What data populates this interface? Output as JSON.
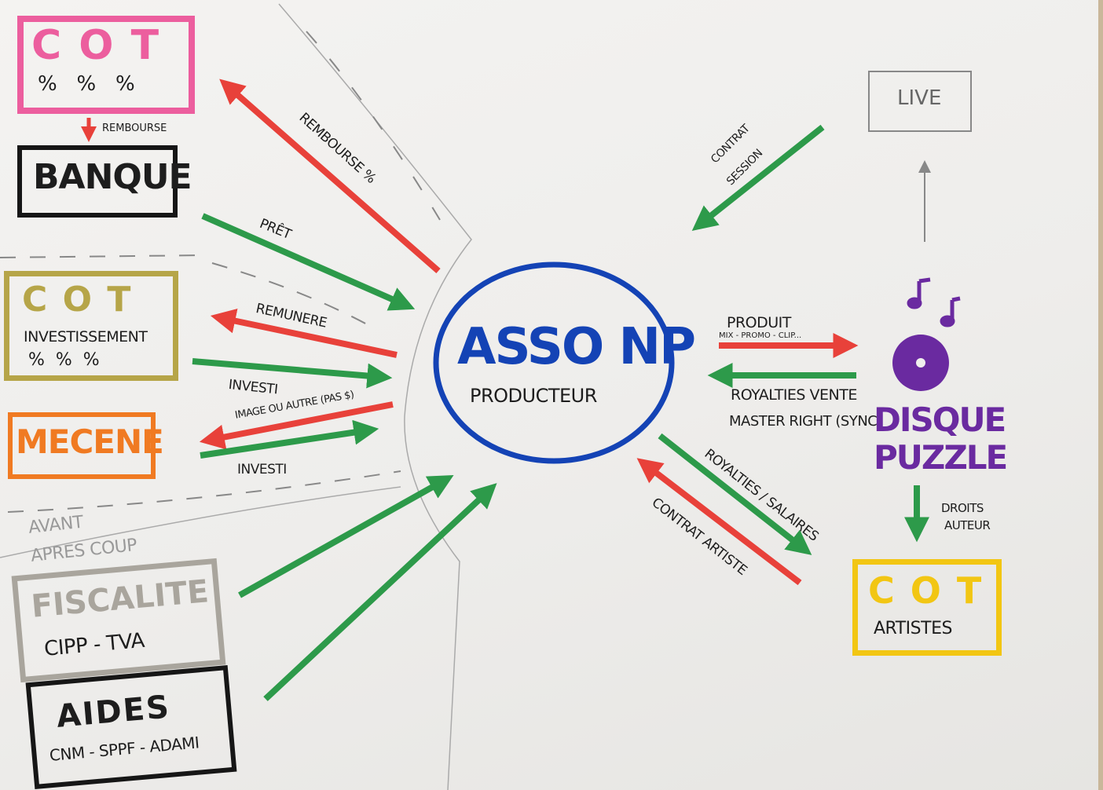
{
  "colors": {
    "blue": "#1443b5",
    "red": "#e8413a",
    "green": "#2d9a4a",
    "pink": "#ec5e9e",
    "olive": "#b6a548",
    "orange": "#f07a22",
    "gray": "#a9a59d",
    "purple": "#6a2aa0",
    "yellow": "#f2c613",
    "black": "#161616"
  },
  "left": {
    "cot_top": {
      "title": "C O T",
      "percents": "%   %   %"
    },
    "rembourse_small": "REMBOURSE",
    "banque": "BANQUE",
    "cot_invest": {
      "title": "C O T",
      "subtitle": "INVESTISSEMENT",
      "percents": "%  %  %"
    },
    "mecene": "MECENE",
    "avant": "AVANT",
    "apres_coup": "APRES COUP",
    "fiscalite": {
      "title": "FISCALITE",
      "subtitle": "CIPP - TVA"
    },
    "aides": {
      "title": "AIDES",
      "subtitle": "CNM - SPPF - ADAMI"
    }
  },
  "arrows": {
    "rembourse": "REMBOURSE %",
    "pret": "PRÊT",
    "remunere": "REMUNERE",
    "investi_1": "INVESTI",
    "image": "IMAGE OU AUTRE (PAS $)",
    "investi_2": "INVESTI",
    "contrat_session": [
      "CONTRAT",
      "SESSION"
    ],
    "produit": "PRODUIT",
    "produit_sub": "MIX - PROMO - CLIP...",
    "royalties_vente": "ROYALTIES VENTE",
    "master_right": "MASTER RIGHT (SYNC)",
    "royalties_salaires": "ROYALTIES / SALAIRES",
    "contrat_artiste": "CONTRAT ARTISTE",
    "droits_auteur": [
      "DROITS",
      "AUTEUR"
    ]
  },
  "center": {
    "title": "ASSO NP",
    "subtitle": "PRODUCTEUR"
  },
  "right": {
    "live": "LIVE",
    "disque": "DISQUE",
    "puzzle": "PUZZLE",
    "cot_artistes": {
      "title": "C O T",
      "subtitle": "ARTISTES"
    }
  }
}
